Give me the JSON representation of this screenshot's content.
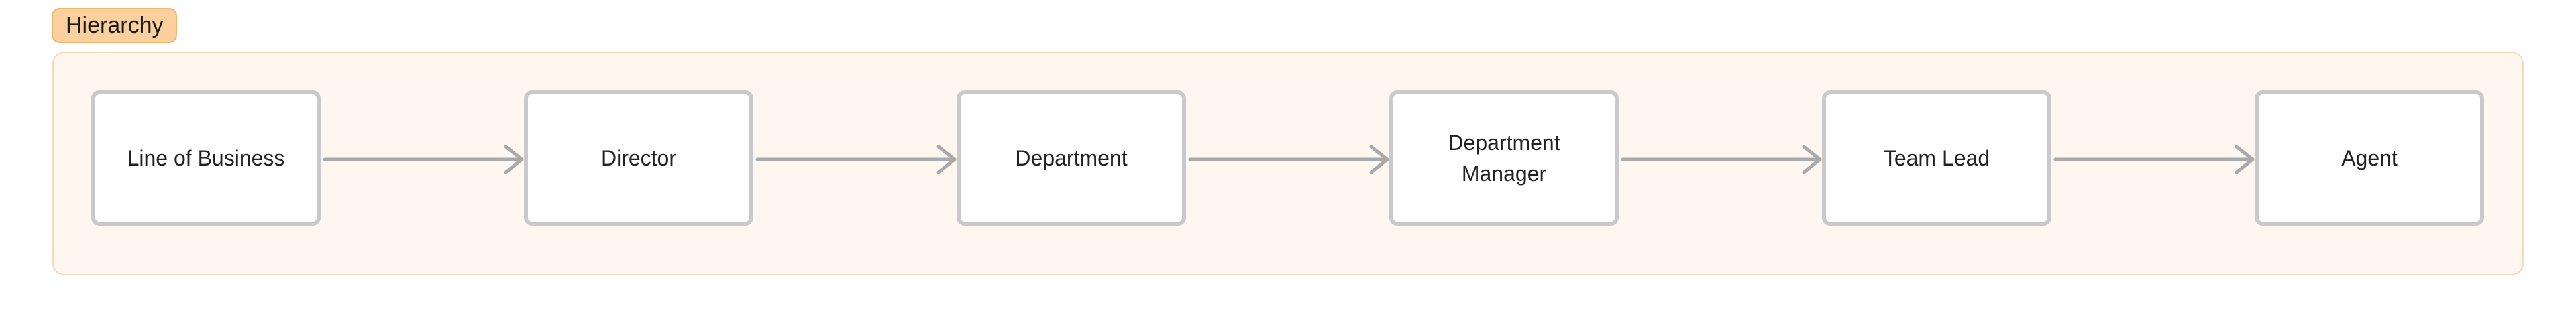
{
  "group": {
    "label": "Hierarchy",
    "tag_color": "#fbd09e",
    "frame_color": "#fff7ef",
    "frame_border_color": "#f6d9b6"
  },
  "nodes": [
    {
      "label": "Line of Business"
    },
    {
      "label": "Director"
    },
    {
      "label": "Department"
    },
    {
      "label": "Department Manager"
    },
    {
      "label": "Team Lead"
    },
    {
      "label": "Agent"
    }
  ],
  "styles": {
    "node_border_color": "#c9c9c9",
    "connector_color": "#a9a9a9"
  }
}
